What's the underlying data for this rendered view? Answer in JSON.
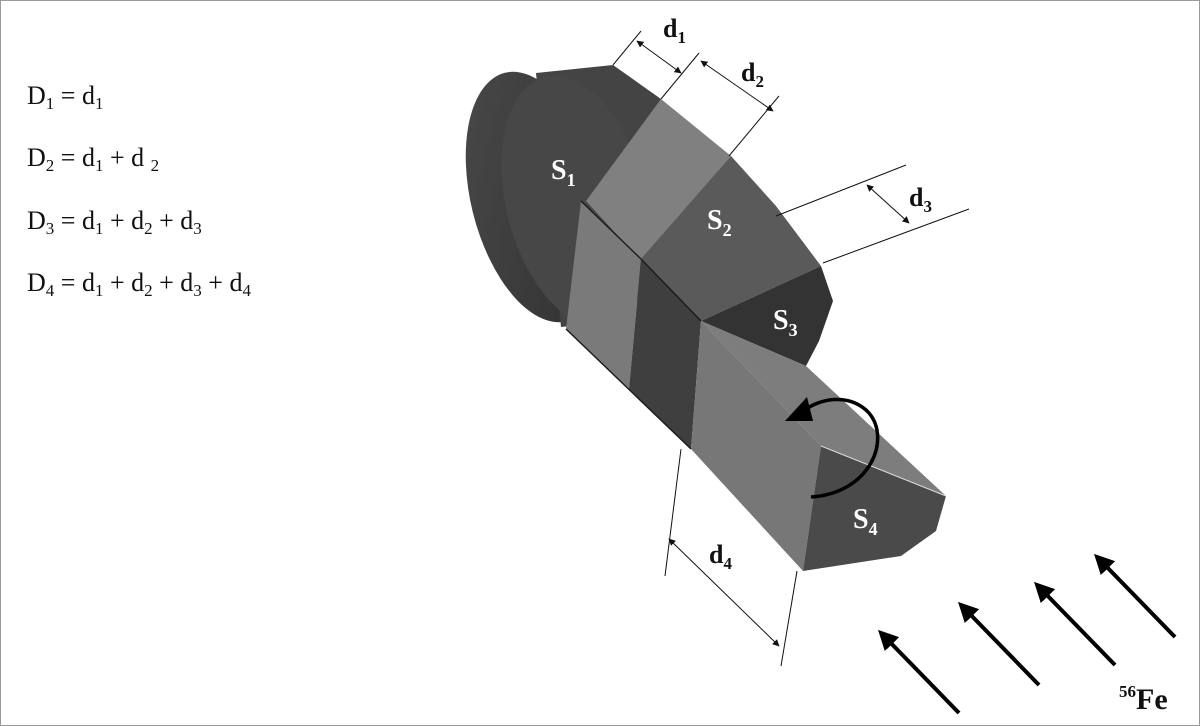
{
  "equations": [
    {
      "lhs": "D",
      "lhs_sub": "1",
      "terms": [
        {
          "v": "d",
          "s": "1"
        }
      ]
    },
    {
      "lhs": "D",
      "lhs_sub": "2",
      "terms": [
        {
          "v": "d",
          "s": "1"
        },
        {
          "v": "d ",
          "s": "2"
        }
      ]
    },
    {
      "lhs": "D",
      "lhs_sub": "3",
      "terms": [
        {
          "v": "d",
          "s": "1"
        },
        {
          "v": "d",
          "s": "2"
        },
        {
          "v": "d",
          "s": "3"
        }
      ]
    },
    {
      "lhs": "D",
      "lhs_sub": "4",
      "terms": [
        {
          "v": "d",
          "s": "1"
        },
        {
          "v": "d",
          "s": "2"
        },
        {
          "v": "d",
          "s": "3"
        },
        {
          "v": "d",
          "s": "4"
        }
      ]
    }
  ],
  "dimensions": [
    {
      "v": "d",
      "s": "1"
    },
    {
      "v": "d",
      "s": "2"
    },
    {
      "v": "d",
      "s": "3"
    },
    {
      "v": "d",
      "s": "4"
    }
  ],
  "segments": [
    {
      "v": "S",
      "s": "1"
    },
    {
      "v": "S",
      "s": "2"
    },
    {
      "v": "S",
      "s": "3"
    },
    {
      "v": "S",
      "s": "4"
    }
  ],
  "beam": {
    "mass_number": "56",
    "element": "Fe"
  },
  "colors": {
    "cylinder": "#3d3d3d",
    "face_light": "#7e7e7e",
    "face_mid": "#585858",
    "face_dark": "#383838"
  }
}
